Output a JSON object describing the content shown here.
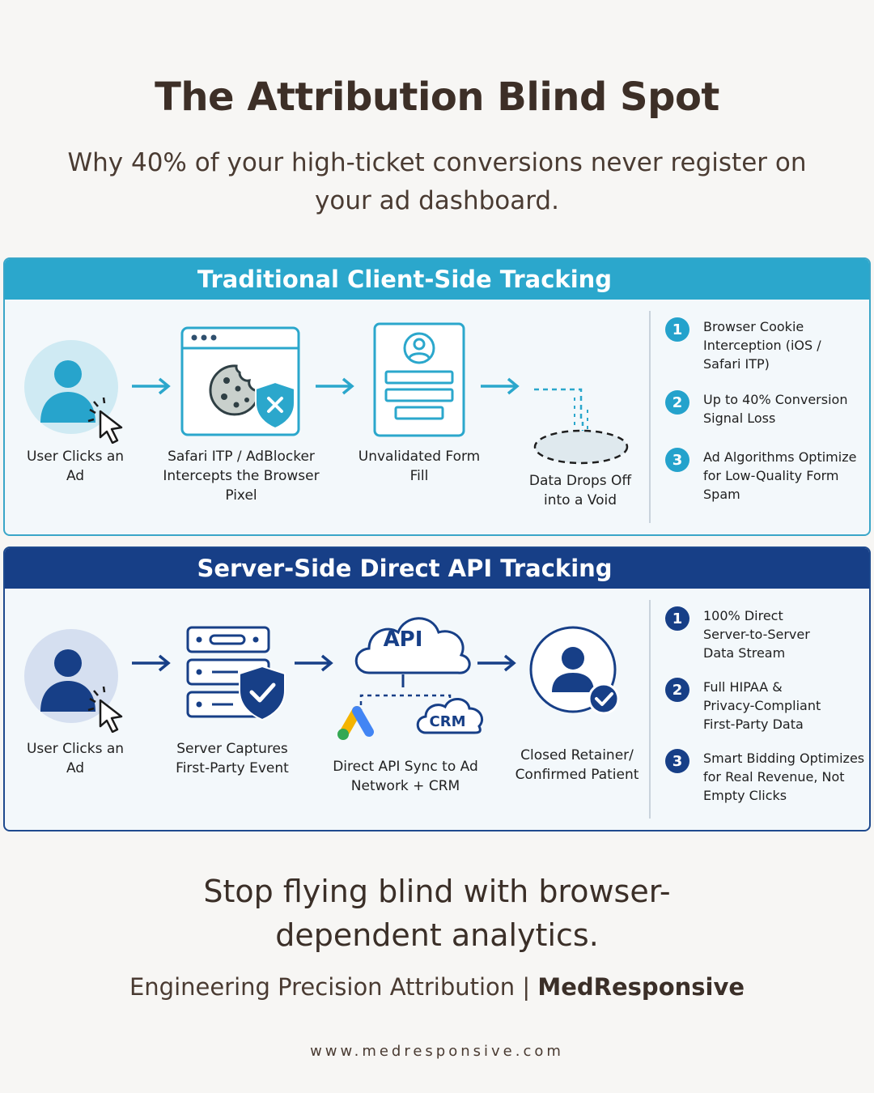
{
  "title": "The Attribution Blind Spot",
  "subtitle": "Why 40% of your high-ticket conversions never register on your ad dashboard.",
  "traditional": {
    "header": "Traditional Client-Side Tracking",
    "steps": [
      "User Clicks an Ad",
      "Safari ITP / AdBlocker Intercepts the Browser Pixel",
      "Unvalidated Form Fill",
      "Data Drops Off into a Void"
    ],
    "points": [
      "Browser Cookie Interception (iOS / Safari ITP)",
      "Up to 40% Conversion Signal Loss",
      "Ad Algorithms Optimize for Low-Quality Form Spam"
    ]
  },
  "server": {
    "header": "Server-Side Direct API Tracking",
    "steps": [
      "User Clicks an Ad",
      "Server Captures First-Party Event",
      "Direct API Sync to Ad Network + CRM",
      "Closed Retainer/ Confirmed Patient"
    ],
    "api_label": "API",
    "crm_label": "CRM",
    "points": [
      "100% Direct Server-to-Server Data Stream",
      "Full HIPAA & Privacy-Compliant First-Party Data",
      "Smart Bidding Optimizes for Real Revenue, Not Empty Clicks"
    ]
  },
  "numbers": [
    "1",
    "2",
    "3"
  ],
  "footer": {
    "tagline": "Stop flying blind with browser-dependent analytics.",
    "credit": "Engineering Precision Attribution | ",
    "brand": "MedResponsive",
    "url": "www.medresponsive.com"
  },
  "colors": {
    "teal": "#2ba7cc",
    "navy": "#173f87",
    "text": "#3b2f28"
  }
}
